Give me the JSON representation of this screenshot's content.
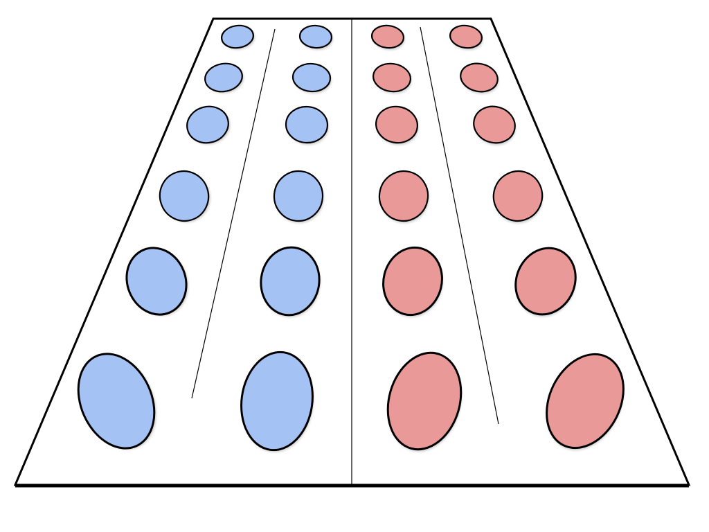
{
  "colors": {
    "background": "#ffffff",
    "board_fill": "#ffffff",
    "outline": "#000000",
    "shadow": "#b8b8b8",
    "blue_seat": "#a4c2f4",
    "red_seat": "#ea9999"
  },
  "layout": {
    "rows": 6,
    "columns": 4,
    "center_divider": true,
    "aisle_lines": 2
  },
  "seats": [
    {
      "row": 1,
      "column": 1,
      "color": "blue"
    },
    {
      "row": 1,
      "column": 2,
      "color": "blue"
    },
    {
      "row": 1,
      "column": 3,
      "color": "red"
    },
    {
      "row": 1,
      "column": 4,
      "color": "red"
    },
    {
      "row": 2,
      "column": 1,
      "color": "blue"
    },
    {
      "row": 2,
      "column": 2,
      "color": "blue"
    },
    {
      "row": 2,
      "column": 3,
      "color": "red"
    },
    {
      "row": 2,
      "column": 4,
      "color": "red"
    },
    {
      "row": 3,
      "column": 1,
      "color": "blue"
    },
    {
      "row": 3,
      "column": 2,
      "color": "blue"
    },
    {
      "row": 3,
      "column": 3,
      "color": "red"
    },
    {
      "row": 3,
      "column": 4,
      "color": "red"
    },
    {
      "row": 4,
      "column": 1,
      "color": "blue"
    },
    {
      "row": 4,
      "column": 2,
      "color": "blue"
    },
    {
      "row": 4,
      "column": 3,
      "color": "red"
    },
    {
      "row": 4,
      "column": 4,
      "color": "red"
    },
    {
      "row": 5,
      "column": 1,
      "color": "blue"
    },
    {
      "row": 5,
      "column": 2,
      "color": "blue"
    },
    {
      "row": 5,
      "column": 3,
      "color": "red"
    },
    {
      "row": 5,
      "column": 4,
      "color": "red"
    },
    {
      "row": 6,
      "column": 1,
      "color": "blue"
    },
    {
      "row": 6,
      "column": 2,
      "color": "blue"
    },
    {
      "row": 6,
      "column": 3,
      "color": "red"
    },
    {
      "row": 6,
      "column": 4,
      "color": "red"
    }
  ]
}
